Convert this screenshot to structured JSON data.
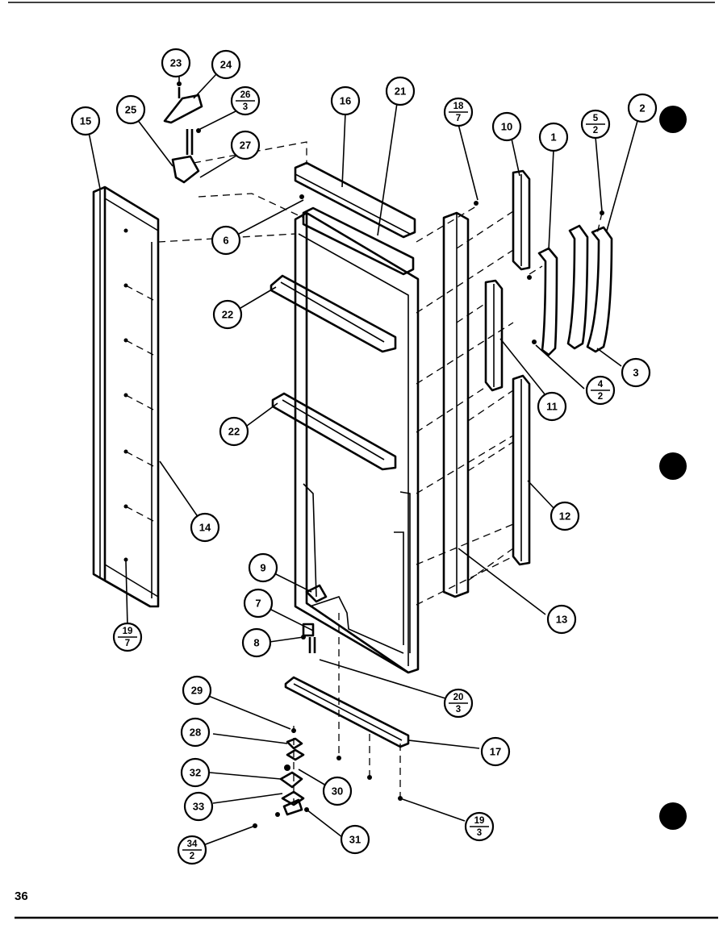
{
  "page_number": "36",
  "callouts": [
    {
      "label": "23"
    },
    {
      "label": "24"
    },
    {
      "label": "25"
    },
    {
      "label": "26",
      "sub": "3"
    },
    {
      "label": "27"
    },
    {
      "label": "15"
    },
    {
      "label": "16"
    },
    {
      "label": "21"
    },
    {
      "label": "18",
      "sub": "7"
    },
    {
      "label": "10"
    },
    {
      "label": "1"
    },
    {
      "label": "5",
      "sub": "2"
    },
    {
      "label": "2"
    },
    {
      "label": "6"
    },
    {
      "label": "22"
    },
    {
      "label": "22"
    },
    {
      "label": "4",
      "sub": "2"
    },
    {
      "label": "3"
    },
    {
      "label": "11"
    },
    {
      "label": "14"
    },
    {
      "label": "12"
    },
    {
      "label": "9"
    },
    {
      "label": "7"
    },
    {
      "label": "8"
    },
    {
      "label": "13"
    },
    {
      "label": "19",
      "sub": "7"
    },
    {
      "label": "20",
      "sub": "3"
    },
    {
      "label": "29"
    },
    {
      "label": "28"
    },
    {
      "label": "17"
    },
    {
      "label": "32"
    },
    {
      "label": "30"
    },
    {
      "label": "33"
    },
    {
      "label": "19",
      "sub": "3"
    },
    {
      "label": "31"
    },
    {
      "label": "34",
      "sub": "2"
    }
  ]
}
